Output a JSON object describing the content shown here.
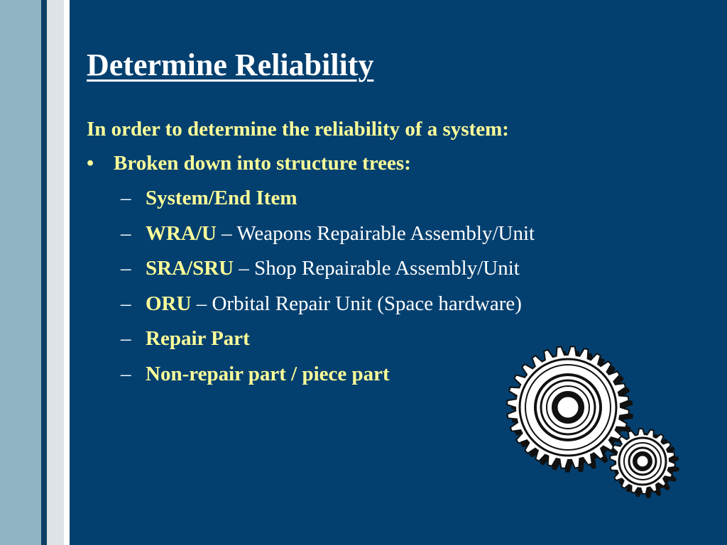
{
  "slide": {
    "title": "Determine Reliability",
    "intro": "In order to determine the reliability of a system:",
    "bullet": {
      "marker": "•",
      "text": "Broken down into structure trees:"
    },
    "sub_marker": "–",
    "sub_items": [
      {
        "term": "System/End Item",
        "desc": ""
      },
      {
        "term": "WRA/U",
        "desc": " – Weapons Repairable Assembly/Unit"
      },
      {
        "term": "SRA/SRU",
        "desc": " – Shop Repairable Assembly/Unit"
      },
      {
        "term": "ORU",
        "desc": " – Orbital Repair Unit (Space hardware)"
      },
      {
        "term": "Repair Part",
        "desc": ""
      },
      {
        "term": "Non-repair part / piece part",
        "desc": ""
      }
    ]
  },
  "theme": {
    "background": "#04406f",
    "title_color": "#ffffff",
    "text_color": "#ffff99",
    "desc_color": "#ffffff"
  },
  "graphic": {
    "icon": "gears-icon"
  }
}
